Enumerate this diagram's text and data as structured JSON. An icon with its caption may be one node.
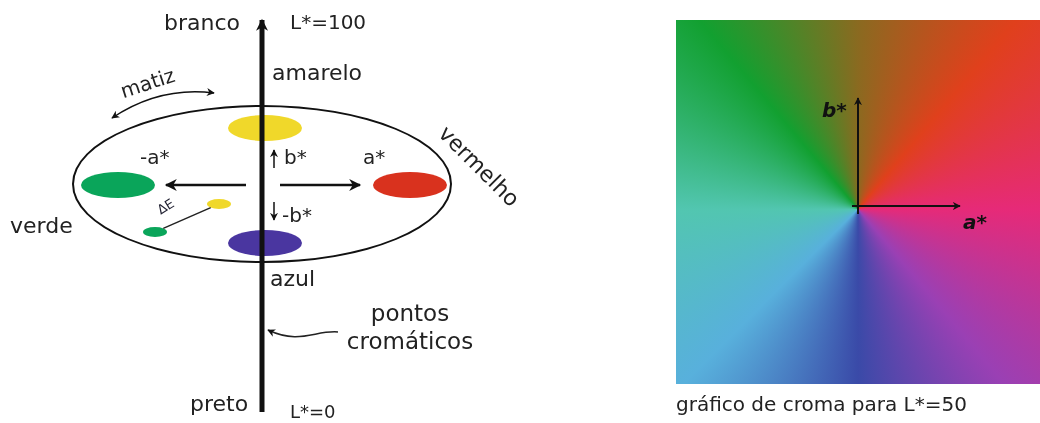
{
  "diagram": {
    "nodes": [
      {
        "text": [],
        "shape": "ellipse"
      },
      {
        "text": [],
        "shape": "ellipse",
        "in": 0
      },
      {
        "text": [],
        "shape": "ellipse",
        "in": 0
      },
      {
        "text": [],
        "shape": "ellipse",
        "in": 0
      },
      {
        "text": [],
        "shape": "ellipse",
        "in": 0
      },
      {
        "text": [],
        "shape": "ellipse",
        "in": 0
      },
      {
        "text": [],
        "shape": "ellipse",
        "in": 0
      },
      {
        "text": [
          "pontos cromáticos"
        ]
      },
      {
        "text": [],
        "shape": "picture",
        "beside": [
          "gráfico de croma para L*=50"
        ]
      }
    ],
    "edges": [
      {
        "from": 6,
        "to": 5,
        "arrow": "none",
        "label": "ΔE"
      },
      {
        "from": 7,
        "to": null,
        "arrow": "to"
      }
    ],
    "labels": [
      "branco",
      "L*=100",
      "amarelo",
      "matiz",
      "-a*",
      "b*",
      "a*",
      "vermelho",
      "verde",
      "-b*",
      "azul",
      "preto",
      "L*=0",
      "b*",
      "a*"
    ]
  }
}
